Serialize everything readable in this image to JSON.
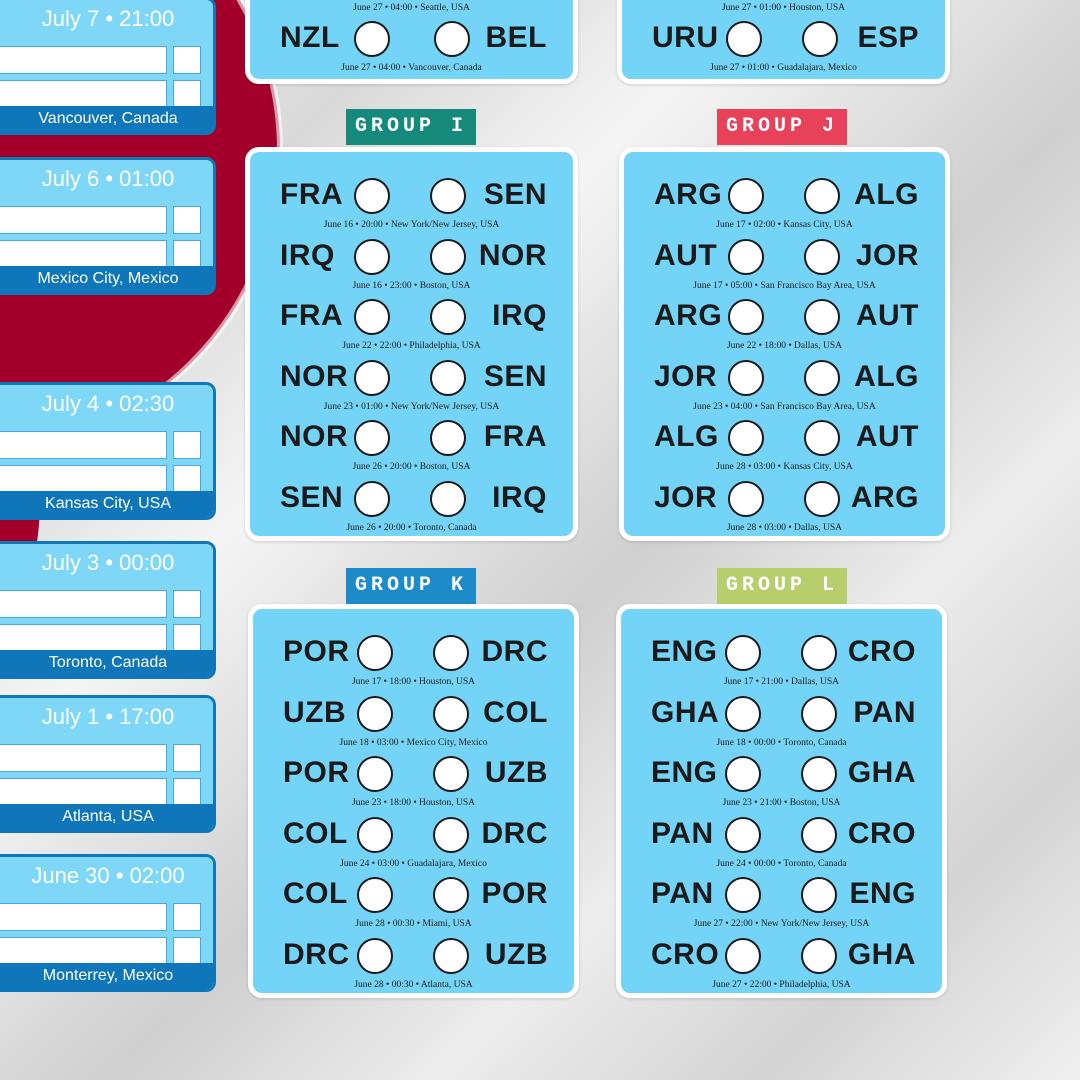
{
  "colors": {
    "bracket_fill": "#7fd7f7",
    "bracket_border": "#0f77b9",
    "group_fill": "#73d4f8",
    "group_border": "#ffffff",
    "group_i": "#158a7a",
    "group_j": "#e8415a",
    "group_k": "#1d8ac9",
    "group_l": "#b6cf6c",
    "red_disc": "#a2002a"
  },
  "bracket": [
    {
      "date": "July 7 • 21:00",
      "venue": "Vancouver, Canada"
    },
    {
      "date": "July 6 • 01:00",
      "venue": "Mexico City, Mexico"
    },
    {
      "date": "July 4 • 02:30",
      "venue": "Kansas City, USA"
    },
    {
      "date": "July 3 • 00:00",
      "venue": "Toronto, Canada"
    },
    {
      "date": "July 1 • 17:00",
      "venue": "Atlanta, USA"
    },
    {
      "date": "June 30 • 02:00",
      "venue": "Monterrey, Mexico"
    }
  ],
  "groups": [
    {
      "label": "",
      "top_info": "June 27 • 04:00 • Seattle, USA",
      "matches": [
        {
          "home": "NZL",
          "away": "BEL",
          "info": "June 27 • 04:00 • Vancouver, Canada"
        }
      ]
    },
    {
      "label": "",
      "top_info": "June 27 • 01:00 • Houston, USA",
      "matches": [
        {
          "home": "URU",
          "away": "ESP",
          "info": "June 27 • 01:00 • Guadalajara, Mexico"
        }
      ]
    },
    {
      "label": "GROUP I",
      "matches": [
        {
          "home": "FRA",
          "away": "SEN",
          "info": "June 16 • 20:00 • New York/New Jersey, USA"
        },
        {
          "home": "IRQ",
          "away": "NOR",
          "info": "June 16 • 23:00 • Boston, USA"
        },
        {
          "home": "FRA",
          "away": "IRQ",
          "info": "June 22 • 22:00 • Philadelphia, USA"
        },
        {
          "home": "NOR",
          "away": "SEN",
          "info": "June 23 • 01:00 • New York/New Jersey, USA"
        },
        {
          "home": "NOR",
          "away": "FRA",
          "info": "June 26 • 20:00 • Boston, USA"
        },
        {
          "home": "SEN",
          "away": "IRQ",
          "info": "June 26 • 20:00 • Toronto, Canada"
        }
      ]
    },
    {
      "label": "GROUP J",
      "matches": [
        {
          "home": "ARG",
          "away": "ALG",
          "info": "June 17 • 02:00 • Kansas City, USA"
        },
        {
          "home": "AUT",
          "away": "JOR",
          "info": "June 17 • 05:00 • San Francisco Bay Area, USA"
        },
        {
          "home": "ARG",
          "away": "AUT",
          "info": "June 22 • 18:00 • Dallas, USA"
        },
        {
          "home": "JOR",
          "away": "ALG",
          "info": "June 23 • 04:00 • San Francisco Bay Area, USA"
        },
        {
          "home": "ALG",
          "away": "AUT",
          "info": "June 28 • 03:00 • Kansas City, USA"
        },
        {
          "home": "JOR",
          "away": "ARG",
          "info": "June 28 • 03:00 • Dallas, USA"
        }
      ]
    },
    {
      "label": "GROUP K",
      "matches": [
        {
          "home": "POR",
          "away": "DRC",
          "info": "June 17 • 18:00 • Houston, USA"
        },
        {
          "home": "UZB",
          "away": "COL",
          "info": "June 18 • 03:00 • Mexico City, Mexico"
        },
        {
          "home": "POR",
          "away": "UZB",
          "info": "June 23 • 18:00 • Houston, USA"
        },
        {
          "home": "COL",
          "away": "DRC",
          "info": "June 24 • 03:00 • Guadalajara, Mexico"
        },
        {
          "home": "COL",
          "away": "POR",
          "info": "June 28 • 00:30 • Miami, USA"
        },
        {
          "home": "DRC",
          "away": "UZB",
          "info": "June 28 • 00:30 • Atlanta, USA"
        }
      ]
    },
    {
      "label": "GROUP L",
      "matches": [
        {
          "home": "ENG",
          "away": "CRO",
          "info": "June 17 • 21:00 • Dallas, USA"
        },
        {
          "home": "GHA",
          "away": "PAN",
          "info": "June 18 • 00:00 • Toronto, Canada"
        },
        {
          "home": "ENG",
          "away": "GHA",
          "info": "June 23 • 21:00 • Boston, USA"
        },
        {
          "home": "PAN",
          "away": "CRO",
          "info": "June 24 • 00:00 • Toronto, Canada"
        },
        {
          "home": "PAN",
          "away": "ENG",
          "info": "June 27 • 22:00 • New York/New Jersey, USA"
        },
        {
          "home": "CRO",
          "away": "GHA",
          "info": "June 27 • 22:00 • Philadelphia, USA"
        }
      ]
    }
  ]
}
